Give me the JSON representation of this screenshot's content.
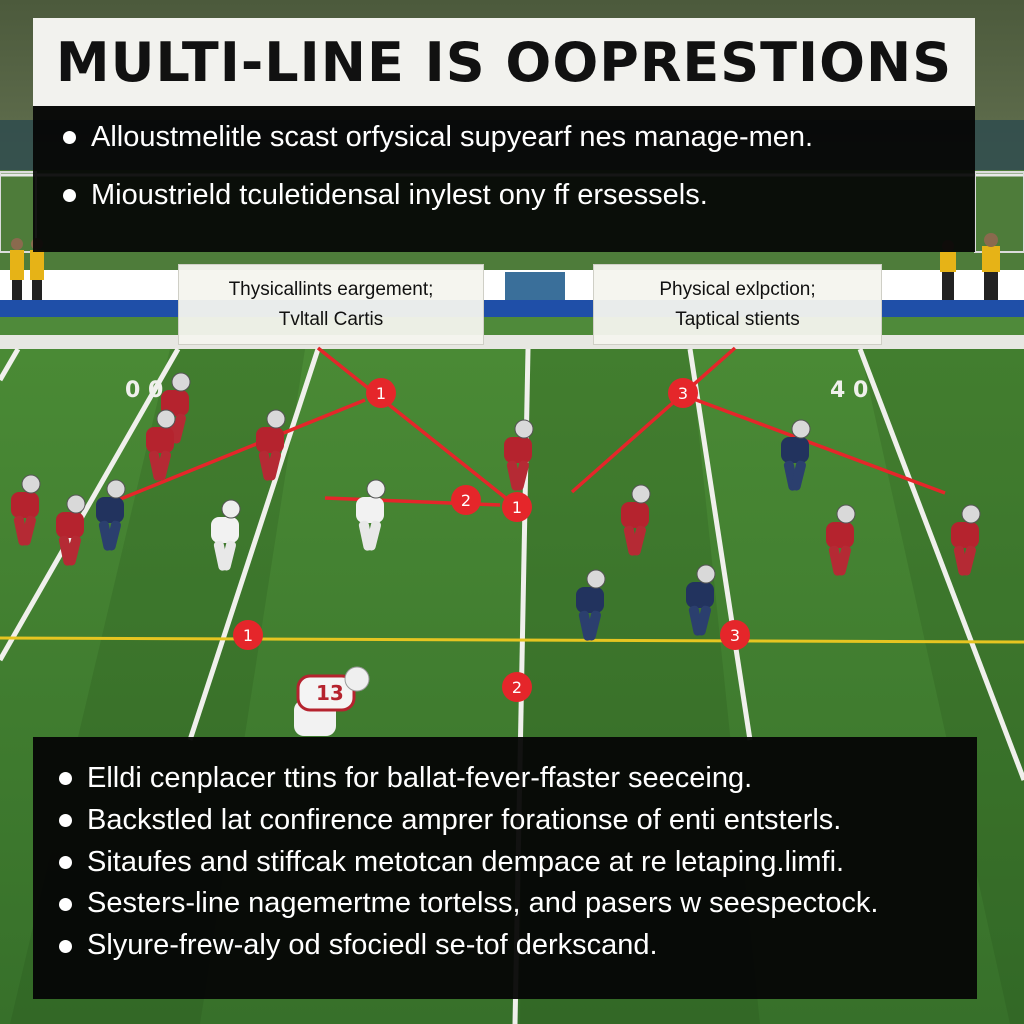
{
  "header": {
    "title": "MULTI-LINE IS OOPRESTIONS"
  },
  "top_notes": [
    "Alloustmelitle scast orfysical supyearf nes manage-men.",
    "Mioustrield tculetidensal inylest ony ff ersessels."
  ],
  "callouts": {
    "left": {
      "line1": "Thysicallints eargement;",
      "line2": "Tvltall Cartis"
    },
    "right": {
      "line1": "Physical exlpction;",
      "line2": "Taptical stients"
    }
  },
  "yard_numbers": [
    "0 0",
    "4 0"
  ],
  "markers": [
    {
      "label": "1"
    },
    {
      "label": "2"
    },
    {
      "label": "1"
    },
    {
      "label": "3"
    },
    {
      "label": "1"
    },
    {
      "label": "3"
    },
    {
      "label": "2"
    }
  ],
  "player_jersey": "13",
  "bottom_notes": [
    "Elldi cenplacer ttins for ballat-fever-ffaster seeceing.",
    "Backstled lat confirence amprer forationse of enti entsterls.",
    "Sitaufes and stiffcak metotcan dempace at re letaping.limfi.",
    "Sesters-line nagemertme tortelss, and pasers w seespectock.",
    "Slyure-frew-aly od sfociedl se-tof derkscand."
  ],
  "colors": {
    "turf": "#3f7a2e",
    "turf_dark": "#2f6123",
    "sideline_blue": "#1f4fa8",
    "marker_red": "#e5262a",
    "team_red": "#b5232e",
    "team_navy": "#22335e",
    "panel_black": "#050505",
    "title_bg": "#f2f2ee"
  }
}
